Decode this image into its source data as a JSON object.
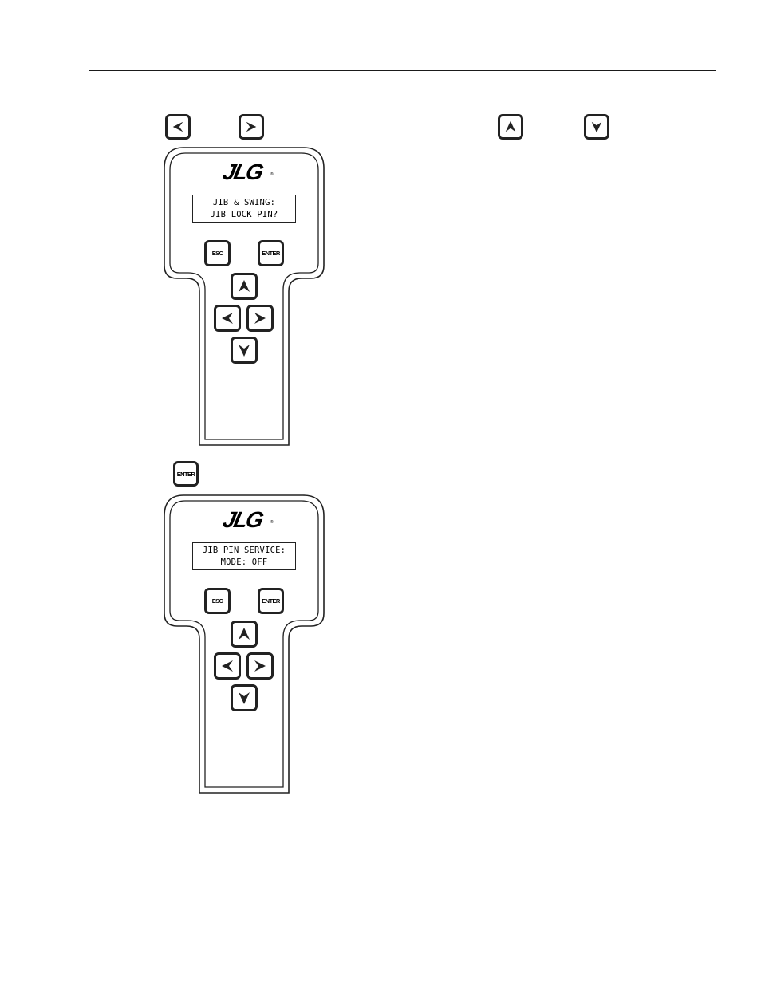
{
  "key_icons": {
    "left": "left-arrow-key",
    "right": "right-arrow-key",
    "up": "up-arrow-key",
    "down": "down-arrow-key",
    "enter_label": "ENTER"
  },
  "analyzers": [
    {
      "logo": "JLG",
      "registered": "®",
      "display_line1": "JIB & SWING:",
      "display_line2": "JIB LOCK PIN?",
      "esc_label": "ESC",
      "enter_label": "ENTER"
    },
    {
      "logo": "JLG",
      "registered": "®",
      "display_line1": "JIB PIN SERVICE:",
      "display_line2": "MODE: OFF",
      "esc_label": "ESC",
      "enter_label": "ENTER"
    }
  ],
  "colors": {
    "ink": "#222222",
    "paper": "#ffffff"
  }
}
